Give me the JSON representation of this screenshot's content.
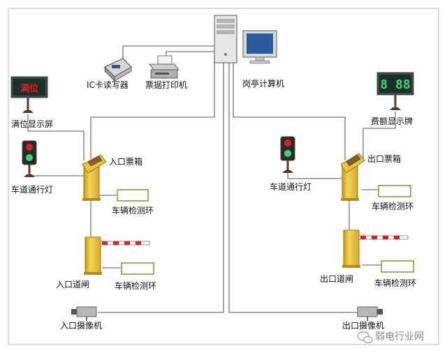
{
  "labels": {
    "ic_reader": "IC卡读写器",
    "ticket_printer": "票据打印机",
    "booth_computer": "岗亭计算机",
    "full_display": "满位显示屏",
    "fee_display": "费额显示牌",
    "entry_ticket_box": "入口票箱",
    "exit_ticket_box": "出口票箱",
    "lane_light_left": "车道通行灯",
    "lane_light_right": "车道通行灯",
    "loop_entry_box": "车辆检测环",
    "loop_entry_gate": "车辆检测环",
    "loop_exit_box": "车辆检测环",
    "loop_exit_gate": "车辆检测环",
    "entry_gate": "入口道闸",
    "exit_gate": "出口道闸",
    "entry_camera": "入口摄像机",
    "exit_camera": "出口摄像机"
  },
  "displays": {
    "full_text": "满位",
    "fee_text": "8 88"
  },
  "watermark": "弱电行业网",
  "colors": {
    "wire": "#777777",
    "box_yellow": "#f2cf4a",
    "box_dark": "#c39a14",
    "loop_green": "#7a9a2a",
    "led_red": "#e02020",
    "led_green": "#3ad86a"
  }
}
